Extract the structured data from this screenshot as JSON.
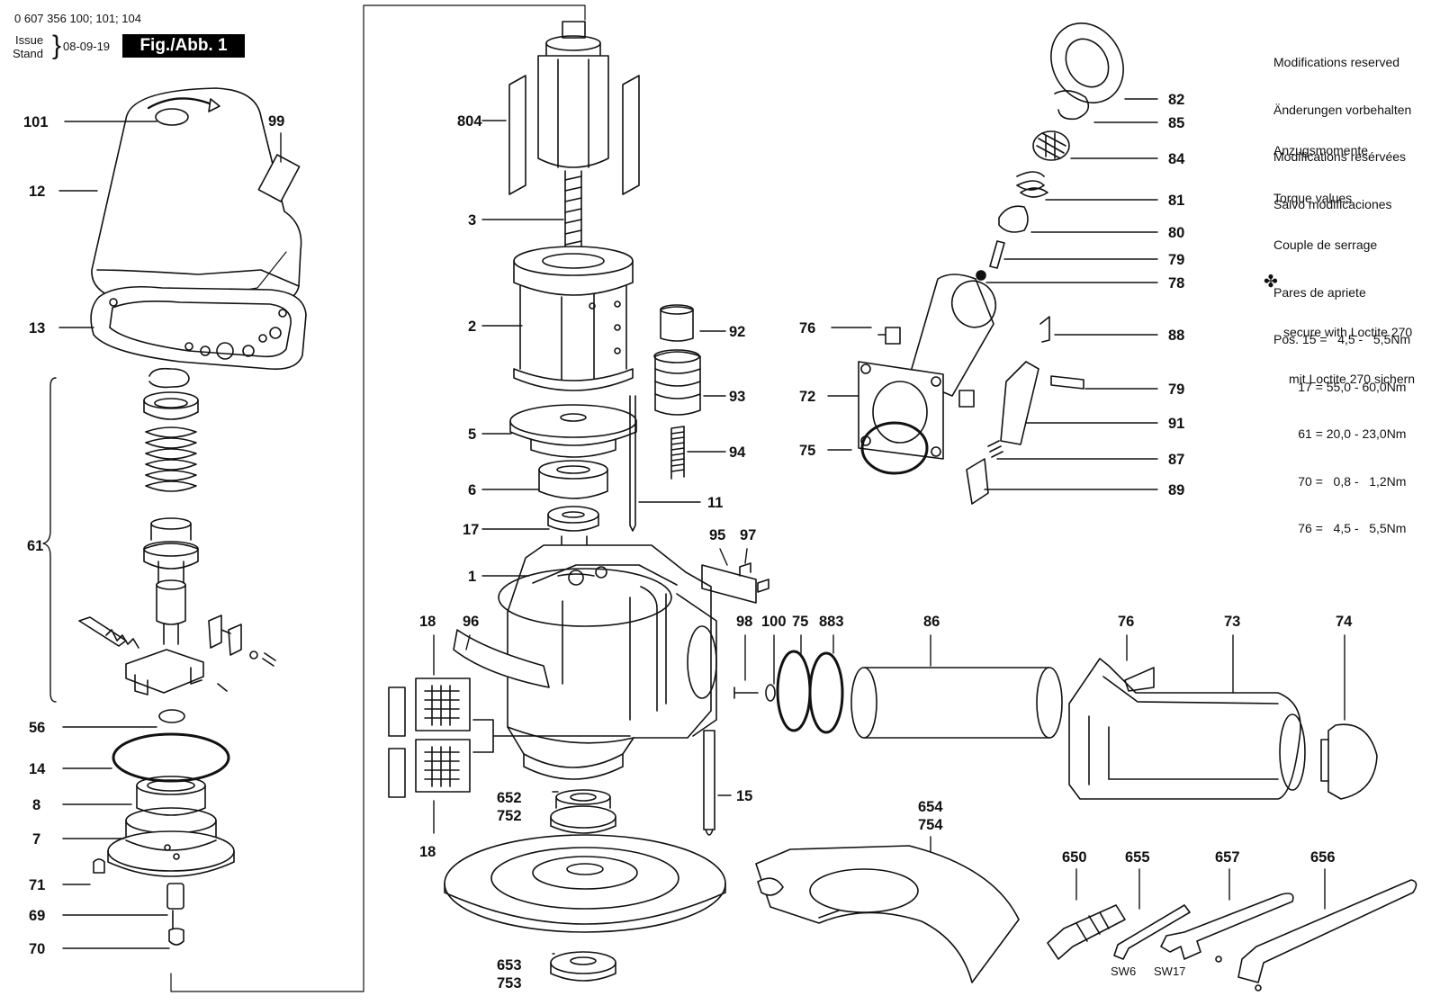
{
  "header": {
    "doc_number": "0 607 356 100; 101; 104",
    "issue_line1": "Issue",
    "issue_line2": "Stand",
    "date": "08-09-19",
    "figure": "Fig./Abb. 1"
  },
  "notes": {
    "modifications": [
      "Modifications reserved",
      "Änderungen vorbehalten",
      "Modifications resérvées",
      "Salvo modificaciones"
    ],
    "torque": [
      "Anzugsmomente",
      "Torque values",
      "Couple de serrage",
      "Pares de apriete",
      "Pos. 15 =   4,5 -   5,5Nm",
      "       17 = 55,0 - 60,0Nm",
      "       61 = 20,0 - 23,0Nm",
      "       70 =   0,8 -   1,2Nm",
      "       76 =   4,5 -   5,5Nm"
    ],
    "loctite": [
      "secure with Loctite 270",
      "mit Loctite 270 sichern"
    ]
  },
  "parts": [
    {
      "id": "p101",
      "label": "101"
    },
    {
      "id": "p99",
      "label": "99"
    },
    {
      "id": "p12",
      "label": "12"
    },
    {
      "id": "p13",
      "label": "13"
    },
    {
      "id": "p61",
      "label": "61"
    },
    {
      "id": "p56",
      "label": "56"
    },
    {
      "id": "p14",
      "label": "14"
    },
    {
      "id": "p8",
      "label": "8"
    },
    {
      "id": "p7",
      "label": "7"
    },
    {
      "id": "p71",
      "label": "71"
    },
    {
      "id": "p69",
      "label": "69"
    },
    {
      "id": "p70",
      "label": "70"
    },
    {
      "id": "p804",
      "label": "804"
    },
    {
      "id": "p3",
      "label": "3"
    },
    {
      "id": "p2",
      "label": "2"
    },
    {
      "id": "p5",
      "label": "5"
    },
    {
      "id": "p6",
      "label": "6"
    },
    {
      "id": "p17",
      "label": "17"
    },
    {
      "id": "p1",
      "label": "1"
    },
    {
      "id": "p92",
      "label": "92"
    },
    {
      "id": "p93",
      "label": "93"
    },
    {
      "id": "p94",
      "label": "94"
    },
    {
      "id": "p11",
      "label": "11"
    },
    {
      "id": "p95",
      "label": "95"
    },
    {
      "id": "p97",
      "label": "97"
    },
    {
      "id": "p18a",
      "label": "18"
    },
    {
      "id": "p96",
      "label": "96"
    },
    {
      "id": "p18b",
      "label": "18"
    },
    {
      "id": "p98",
      "label": "98"
    },
    {
      "id": "p100",
      "label": "100"
    },
    {
      "id": "p75b",
      "label": "75"
    },
    {
      "id": "p883",
      "label": "883"
    },
    {
      "id": "p15",
      "label": "15"
    },
    {
      "id": "p652",
      "label": "652"
    },
    {
      "id": "p752",
      "label": "752"
    },
    {
      "id": "p653",
      "label": "653"
    },
    {
      "id": "p753",
      "label": "753"
    },
    {
      "id": "p82",
      "label": "82"
    },
    {
      "id": "p85",
      "label": "85"
    },
    {
      "id": "p84",
      "label": "84"
    },
    {
      "id": "p81",
      "label": "81"
    },
    {
      "id": "p80",
      "label": "80"
    },
    {
      "id": "p79a",
      "label": "79"
    },
    {
      "id": "p78",
      "label": "78"
    },
    {
      "id": "p76a",
      "label": "76"
    },
    {
      "id": "p88",
      "label": "88"
    },
    {
      "id": "p72",
      "label": "72"
    },
    {
      "id": "p79b",
      "label": "79"
    },
    {
      "id": "p91",
      "label": "91"
    },
    {
      "id": "p75a",
      "label": "75"
    },
    {
      "id": "p87",
      "label": "87"
    },
    {
      "id": "p89",
      "label": "89"
    },
    {
      "id": "p86",
      "label": "86"
    },
    {
      "id": "p76b",
      "label": "76"
    },
    {
      "id": "p73",
      "label": "73"
    },
    {
      "id": "p74",
      "label": "74"
    },
    {
      "id": "p654",
      "label": "654"
    },
    {
      "id": "p754",
      "label": "754"
    },
    {
      "id": "p650",
      "label": "650"
    },
    {
      "id": "p655",
      "label": "655"
    },
    {
      "id": "p657",
      "label": "657"
    },
    {
      "id": "p656",
      "label": "656"
    }
  ],
  "tool_sizes": {
    "hex_key": "SW6",
    "spanner": "SW17"
  },
  "colors": {
    "ink": "#111111",
    "paper": "#ffffff",
    "shade": "#e8e8e8"
  }
}
